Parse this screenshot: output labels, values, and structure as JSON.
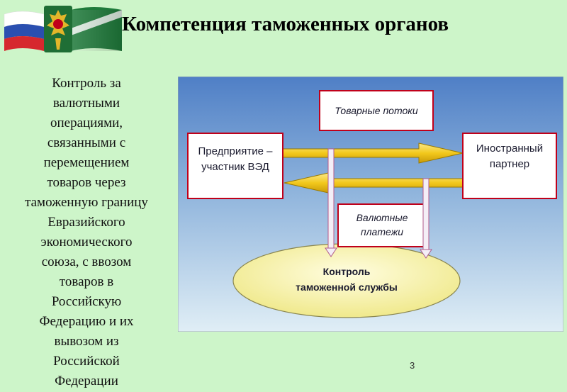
{
  "title": "Компетенция таможенных органов",
  "side_text": [
    "Контроль за",
    "валютными",
    "операциями,",
    "связанными с",
    "перемещением",
    "товаров через",
    "таможенную границу",
    "Евразийского",
    "экономического",
    "союза, с ввозом",
    "товаров в",
    "Российскую",
    "Федерацию и их",
    "вывозом из",
    "Российской",
    "Федерации"
  ],
  "diagram": {
    "goods_flows": "Товарные потоки",
    "enterprise": [
      "Предприятие –",
      "участник ВЭД"
    ],
    "foreign_partner": [
      "Иностранный",
      "партнер"
    ],
    "currency_payments": [
      "Валютные",
      "платежи"
    ],
    "customs_control": [
      "Контроль",
      "таможенной службы"
    ]
  },
  "page_number": "3",
  "colors": {
    "background": "#cdf5c9",
    "diagram_bg_top": "#4f7fc6",
    "diagram_bg_bottom": "#e0eef6",
    "box_border": "#c0001a",
    "arrow_fill": "#f2c81c",
    "oval_fill": "#f7f3b0"
  },
  "icons": [
    "russian-flag-icon",
    "customs-emblem-icon",
    "customs-flag-icon"
  ]
}
